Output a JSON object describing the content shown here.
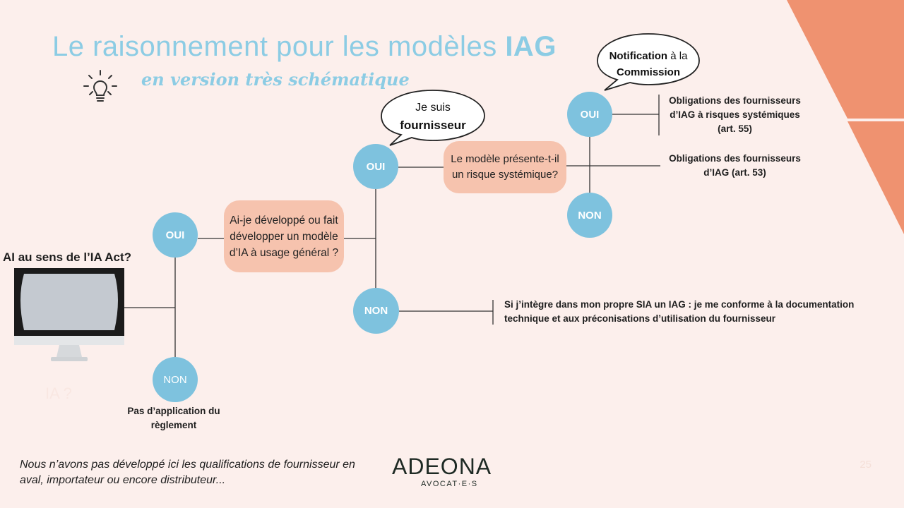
{
  "title": {
    "main": "Le raisonnement pour les modèles ",
    "bold": "IAG"
  },
  "subtitle": "en version très schématique",
  "start_question": "AI au sens de l’IA Act?",
  "monitor_caption": "IA ?",
  "nodes": {
    "oui_1": "OUI",
    "non_1": "NON",
    "question_1": "Ai-je développé ou fait développer un modèle d’IA à usage général ?",
    "oui_2": "OUI",
    "non_2": "NON",
    "question_2": "Le modèle présente-t-il un risque systémique?",
    "oui_3": "OUI",
    "non_3": "NON"
  },
  "bubbles": {
    "fournisseur_line1": "Je suis",
    "fournisseur_line2": "fournisseur",
    "notification_bold": "Notification",
    "notification_rest": " à la",
    "notification_line2": "Commission"
  },
  "outcomes": {
    "no_application": "Pas d’application du règlement",
    "integration": "Si j’intègre dans mon propre SIA un IAG : je me conforme à la documentation technique et aux préconisations d’utilisation du fournisseur",
    "systemic": "Obligations des fournisseurs d’IAG à risques systémiques (art. 55)",
    "standard": "Obligations des fournisseurs d’IAG (art. 53)"
  },
  "footnote": "Nous n’avons pas développé ici les qualifications de fournisseur en aval, importateur ou encore distributeur...",
  "logo": {
    "name": "ADEONA",
    "tagline": "AVOCAT·E·S"
  },
  "page_number": "25",
  "colors": {
    "accent_blue": "#7ec2de",
    "box_peach": "#f6c3ae",
    "triangle_orange": "#ef9270",
    "title_blue": "#8ccce4",
    "background": "#fcefec"
  },
  "icons": {
    "idea": "lightbulb-icon",
    "computer": "monitor-icon"
  }
}
